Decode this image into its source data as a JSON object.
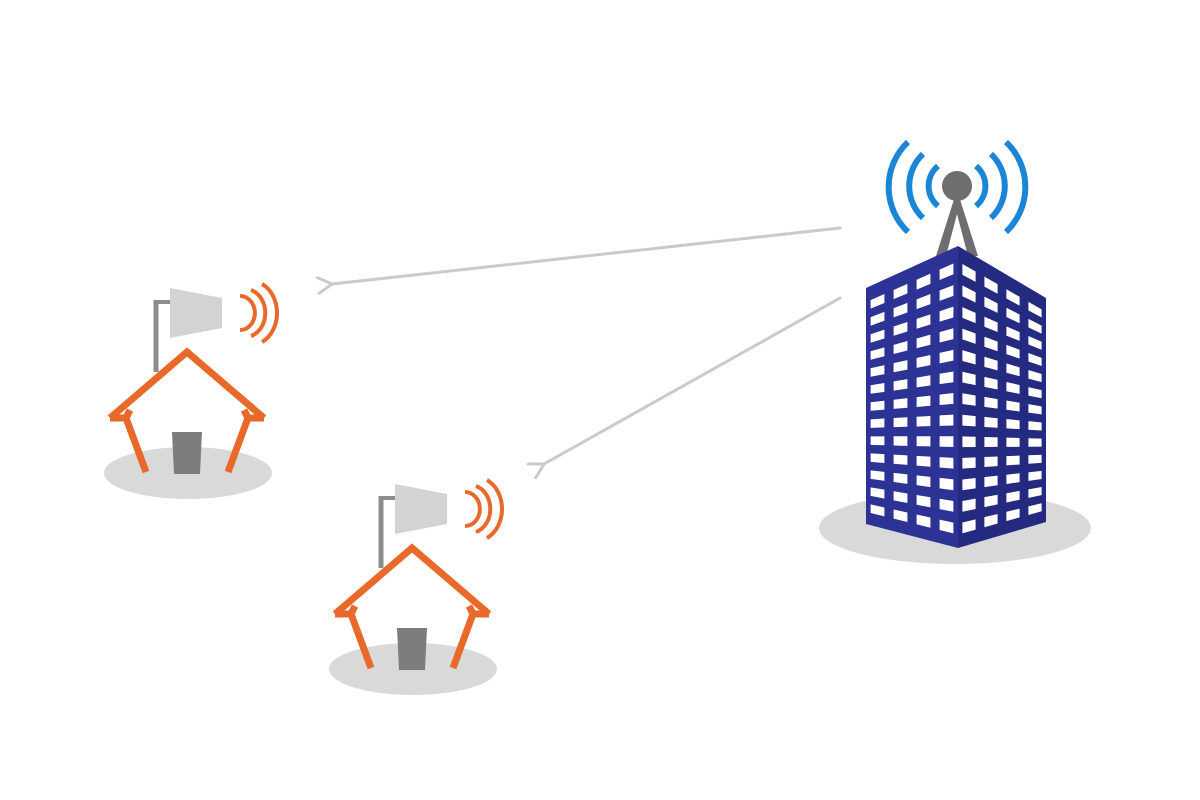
{
  "colors": {
    "background": "#ffffff",
    "ground": "#d9d9da",
    "house": "#e8692a",
    "door": "#7d7d7f",
    "antenna": "#d3d3d5",
    "antenna_pole": "#8c8c8e",
    "house_signal": "#e8692a",
    "arrow": "#c8cacc",
    "building_face": "#2d3395",
    "building_side": "#232a80",
    "building_window": "#ffffff",
    "tower": "#6e6e70",
    "tower_signal": "#1b86d6"
  },
  "icons": {
    "building": "office-building-icon",
    "tower": "cell-tower-icon",
    "house": "house-icon",
    "antenna": "directional-antenna-icon"
  },
  "houses": [
    {
      "name": "house-1"
    },
    {
      "name": "house-2"
    }
  ],
  "links": [
    {
      "from": "building",
      "to": "house-1"
    },
    {
      "from": "building",
      "to": "house-2"
    }
  ]
}
